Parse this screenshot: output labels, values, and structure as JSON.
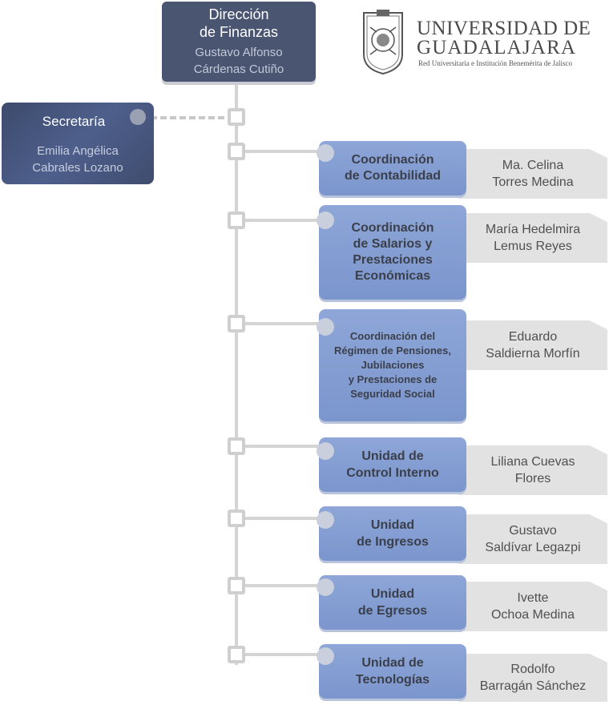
{
  "top": {
    "title_line1": "Dirección",
    "title_line2": "de Finanzas",
    "name_line1": "Gustavo Alfonso",
    "name_line2": "Cárdenas Cutiño"
  },
  "logo": {
    "line1": "UNIVERSIDAD DE",
    "line2": "GUADALAJARA",
    "tagline": "Red Universitaria e Institución Benemérita de Jalisco",
    "emblem": "university-seal-icon"
  },
  "secretaria": {
    "title": "Secretaría",
    "name_line1": "Emilia Angélica",
    "name_line2": "Cabrales Lozano"
  },
  "units": [
    {
      "lines": [
        "Coordinación",
        "de Contabilidad"
      ],
      "person": [
        "Ma. Celina",
        "Torres Medina"
      ]
    },
    {
      "lines": [
        "Coordinación",
        "de Salarios y",
        "Prestaciones",
        "Económicas"
      ],
      "person": [
        "María Hedelmira",
        "Lemus Reyes"
      ]
    },
    {
      "lines": [
        "Coordinación del",
        "Régimen de Pensiones,",
        "Jubilaciones",
        "y Prestaciones de",
        "Seguridad Social"
      ],
      "person": [
        "Eduardo",
        "Saldierna Morfín"
      ]
    },
    {
      "lines": [
        "Unidad de",
        "Control Interno"
      ],
      "person": [
        "Liliana Cuevas",
        "Flores"
      ]
    },
    {
      "lines": [
        "Unidad",
        "de Ingresos"
      ],
      "person": [
        "Gustavo",
        "Saldívar Legazpi"
      ]
    },
    {
      "lines": [
        "Unidad",
        "de Egresos"
      ],
      "person": [
        "Ivette",
        "Ochoa Medina"
      ]
    },
    {
      "lines": [
        "Unidad de",
        "Tecnologías"
      ],
      "person": [
        "Rodolfo",
        "Barragán Sánchez"
      ]
    }
  ],
  "colors": {
    "dark_box": "#4a5572",
    "unit_box": "#8ea6d8",
    "name_tab": "#e2e2e2",
    "connector": "#d4d4d4"
  }
}
